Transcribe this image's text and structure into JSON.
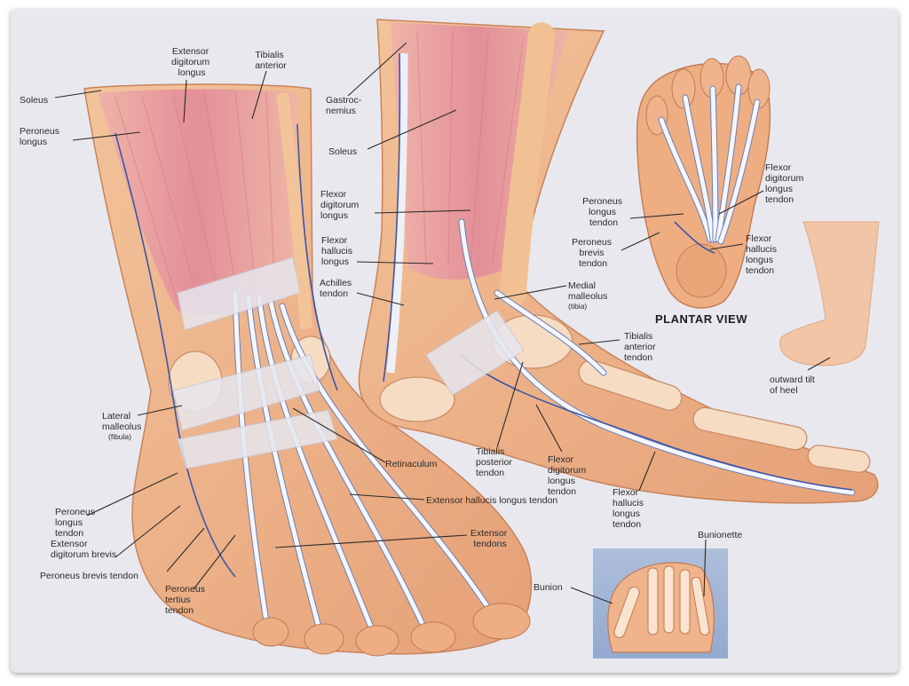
{
  "colors": {
    "background": "#ffffff",
    "poster": "#e9e8ee",
    "skin": "#eeae82",
    "muscle": "#e8959b",
    "tendon": "#f4f6fb",
    "nerve": "#3d56a6",
    "bone": "#f6dcc2"
  },
  "labels": {
    "soleus_left": "Soleus",
    "peroneus_longus_upper": [
      "Peroneus",
      "longus"
    ],
    "ext_dig_longus_top": [
      "Extensor",
      "digitorum",
      "longus"
    ],
    "tibialis_anterior_top": [
      "Tibialis",
      "anterior"
    ],
    "gastrocnemius": [
      "Gastroc-",
      "nemius"
    ],
    "soleus_medial": "Soleus",
    "flexor_dig_longus": [
      "Flexor",
      "digitorum",
      "longus"
    ],
    "flexor_hall_longus": [
      "Flexor",
      "hallucis",
      "longus"
    ],
    "achilles": [
      "Achilles",
      "tendon"
    ],
    "medial_malleolus": [
      "Medial",
      "malleolus",
      "(tibia)"
    ],
    "tibialis_anterior_tendon": [
      "Tibialis",
      "anterior",
      "tendon"
    ],
    "lateral_malleolus": [
      "Lateral",
      "malleolus",
      "(fibula)"
    ],
    "retinaculum": "Retinaculum",
    "tibialis_posterior": [
      "Tibialis",
      "posterior",
      "tendon"
    ],
    "flexor_dig_tendon": [
      "Flexor",
      "digitorum",
      "longus",
      "tendon"
    ],
    "flexor_hall_tendon_lower": [
      "Flexor",
      "hallucis",
      "longus",
      "tendon"
    ],
    "ext_hall_longus_tendon": "Extensor hallucis longus tendon",
    "extensor_tendons": [
      "Extensor",
      "tendons"
    ],
    "peroneus_longus_tendon": [
      "Peroneus",
      "longus",
      "tendon"
    ],
    "ext_dig_brevis": [
      "Extensor",
      "digitorum brevis"
    ],
    "peroneus_brevis_tendon": "Peroneus brevis tendon",
    "peroneus_tertius": [
      "Peroneus",
      "tertius",
      "tendon"
    ],
    "plantar_peroneus_longus": [
      "Peroneus",
      "longus",
      "tendon"
    ],
    "plantar_peroneus_brevis": [
      "Peroneus",
      "brevis",
      "tendon"
    ],
    "plantar_flexor_dig": [
      "Flexor",
      "digitorum",
      "longus",
      "tendon"
    ],
    "plantar_flexor_hall": [
      "Flexor",
      "hallucis",
      "longus",
      "tendon"
    ],
    "plantar_title": "PLANTAR VIEW",
    "outward_tilt": [
      "outward tilt",
      "of heel"
    ],
    "bunionette": "Bunionette",
    "bunion": "Bunion"
  }
}
